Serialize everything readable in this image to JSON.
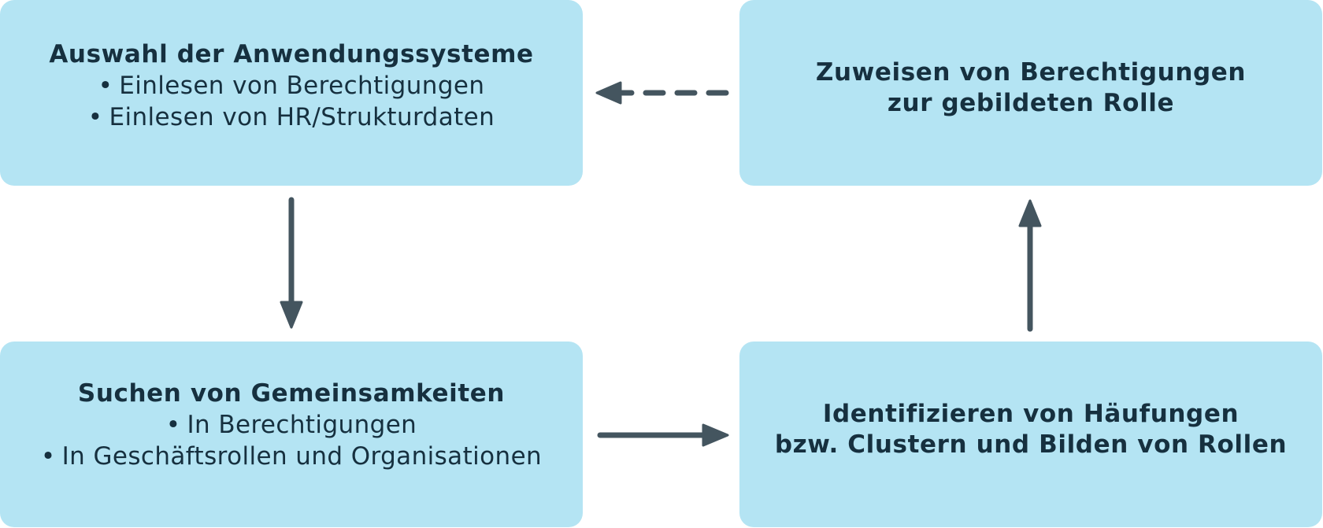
{
  "colors": {
    "box_fill": "#b4e4f3",
    "text": "#16303f",
    "arrow": "#44555f"
  },
  "steps": {
    "top_left": {
      "title": "Auswahl der Anwendungssysteme",
      "bullets": [
        "Einlesen von Berechtigungen",
        "Einlesen von HR/Strukturdaten"
      ]
    },
    "top_right": {
      "title_lines": [
        "Zuweisen von Berechtigungen",
        "zur gebildeten Rolle"
      ]
    },
    "bottom_left": {
      "title": "Suchen von Gemeinsamkeiten",
      "bullets": [
        "In Berechtigungen",
        "In Geschäftsrollen und Organisationen"
      ]
    },
    "bottom_right": {
      "title_lines": [
        "Identifizieren von Häufungen",
        "bzw. Clustern und Bilden von Rollen"
      ]
    }
  },
  "bullet_symbol": "•"
}
